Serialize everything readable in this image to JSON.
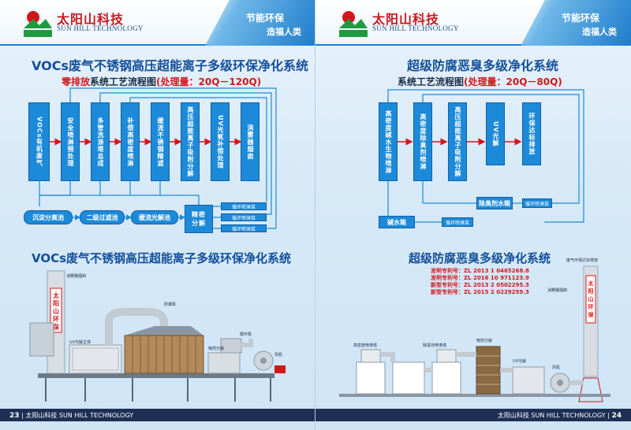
{
  "header": {
    "brand_cn": "太阳山科技",
    "brand_en": "SUN HILL TECHNOLOGY",
    "logo_text": "太阳山科技",
    "slogan_1": "节能环保",
    "slogan_2": "造福人类"
  },
  "left": {
    "flow_title": "VOCs废气不锈钢高压超能离子多级环保净化系统",
    "flow_subtitle_red": "零排放",
    "flow_subtitle_black": "系统工艺流程图",
    "flow_subtitle_capacity": "(处理量：20Q－120Q)",
    "boxes": [
      "VOCs有机废气",
      "安全喷淋预处理",
      "多管洗涤塔总成",
      "补偿高密度喷淋",
      "缓流不锈钢精滤",
      "高压超能离子吸附分解",
      "UV光氧补偿处理",
      "消雾器烟囱"
    ],
    "bottom_boxes": [
      "沉淀分离池",
      "二级过滤池",
      "缓流光解池",
      "精密分解"
    ],
    "pumps": [
      "循环喷淋泵",
      "循环喷淋泵",
      "循环喷淋泵"
    ],
    "illus_title": "VOCs废气不锈钢高压超能离子多级环保净化系统",
    "tower_text": "太阳山环保",
    "labels": [
      "消雾器烟囱",
      "UV光解主体",
      "防爆泵",
      "吸附分解",
      "循环泵",
      "风机"
    ],
    "page_num": "23",
    "footer_text": "太阳山科技 SUN HILL TECHNOLOGY"
  },
  "right": {
    "flow_title": "超级防腐恶臭多级净化系统",
    "flow_subtitle_black": "系统工艺流程图",
    "flow_subtitle_capacity": "(处理量：20Q－80Q)",
    "boxes": [
      "高密度碱水生物喷淋",
      "高密度除臭剂喷淋",
      "高压超能离子吸附分解",
      "UV光解",
      "环保达标排放"
    ],
    "mid_box": "除臭剂水箱",
    "pump_1": "循环喷淋泵",
    "low_box": "碱水箱",
    "pump_2": "循环喷淋泵",
    "illus_title": "超级防腐恶臭多级净化系统",
    "patents": [
      "发明专利号：ZL 2013 1 0465268.8",
      "发明专利号：ZL 2016 10 971123.9",
      "新型专利号：ZL 2013 2 0502295.3",
      "新型专利号：ZL 2015 2 0229259.3"
    ],
    "tower_text": "太阳山环保",
    "labels": [
      "废气环保达标排放",
      "消雾器烟囱",
      "高密度喷淋塔",
      "除臭剂喷淋塔",
      "吸附分解",
      "UV光解",
      "风机"
    ],
    "page_num": "24",
    "footer_text": "太阳山科技 SUN HILL TECHNOLOGY"
  },
  "colors": {
    "primary": "#1c8ad8",
    "title": "#134f9a",
    "red": "#d4161b",
    "footer": "#1e2f55"
  }
}
